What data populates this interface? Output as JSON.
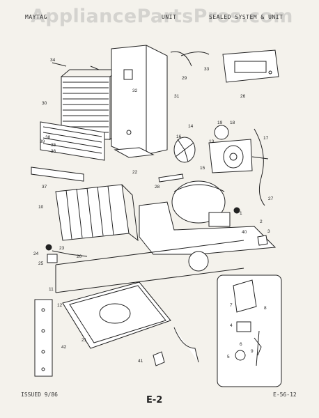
{
  "watermark": "AppliancePartsPros.com",
  "header": {
    "left": "MAYTAG",
    "middle": "UNIT",
    "right": "SEALED SYSTEM & UNIT"
  },
  "footer": {
    "issued": "ISSUED 9/86",
    "page": "E-2",
    "code": "E-56-12"
  },
  "callouts": {
    "c1": "1",
    "c2": "2",
    "c3": "3",
    "c4": "4",
    "c5": "5",
    "c6": "6",
    "c7": "7",
    "c8": "8",
    "c9": "9",
    "c10": "10",
    "c11": "11",
    "c12": "12",
    "c13": "13",
    "c14": "14",
    "c15": "15",
    "c16": "16",
    "c17": "17",
    "c18": "18",
    "c19": "19",
    "c20": "20",
    "c21": "21",
    "c22": "22",
    "c23": "23",
    "c24": "24",
    "c25": "25",
    "c26": "26",
    "c27": "27",
    "c28": "28",
    "c29": "29",
    "c30": "30",
    "c31": "31",
    "c32": "32",
    "c33": "33",
    "c34": "34",
    "c35": "35",
    "c36": "36",
    "c37": "37",
    "c38": "38",
    "c39": "39",
    "c40": "40",
    "c41": "41",
    "c42": "42"
  }
}
